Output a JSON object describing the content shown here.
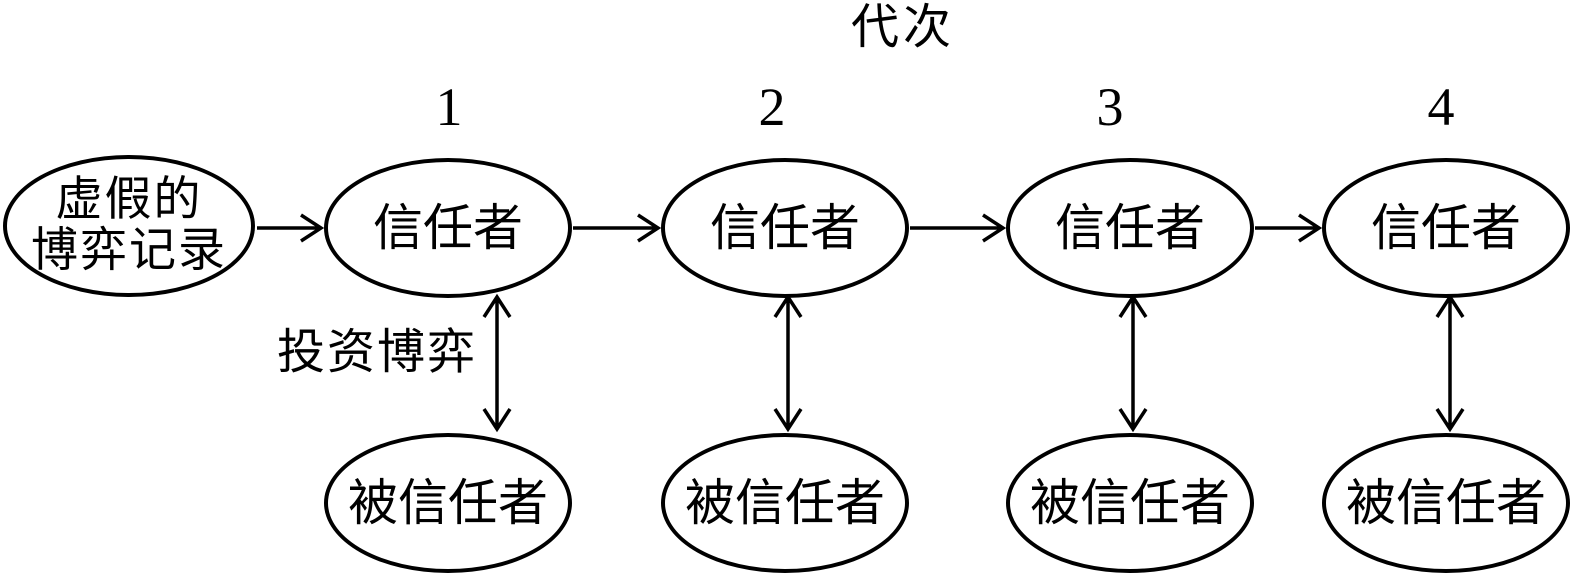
{
  "figure": {
    "title": "代次",
    "generation_numbers": [
      "1",
      "2",
      "3",
      "4"
    ],
    "source_node": {
      "line1": "虚假的",
      "line2": "博弈记录"
    },
    "trustor_nodes": [
      "信任者",
      "信任者",
      "信任者",
      "信任者"
    ],
    "trustee_nodes": [
      "被信任者",
      "被信任者",
      "被信任者",
      "被信任者"
    ],
    "edge_label": "投资博弈",
    "colors": {
      "ink": "#000000",
      "background": "#ffffff"
    }
  }
}
